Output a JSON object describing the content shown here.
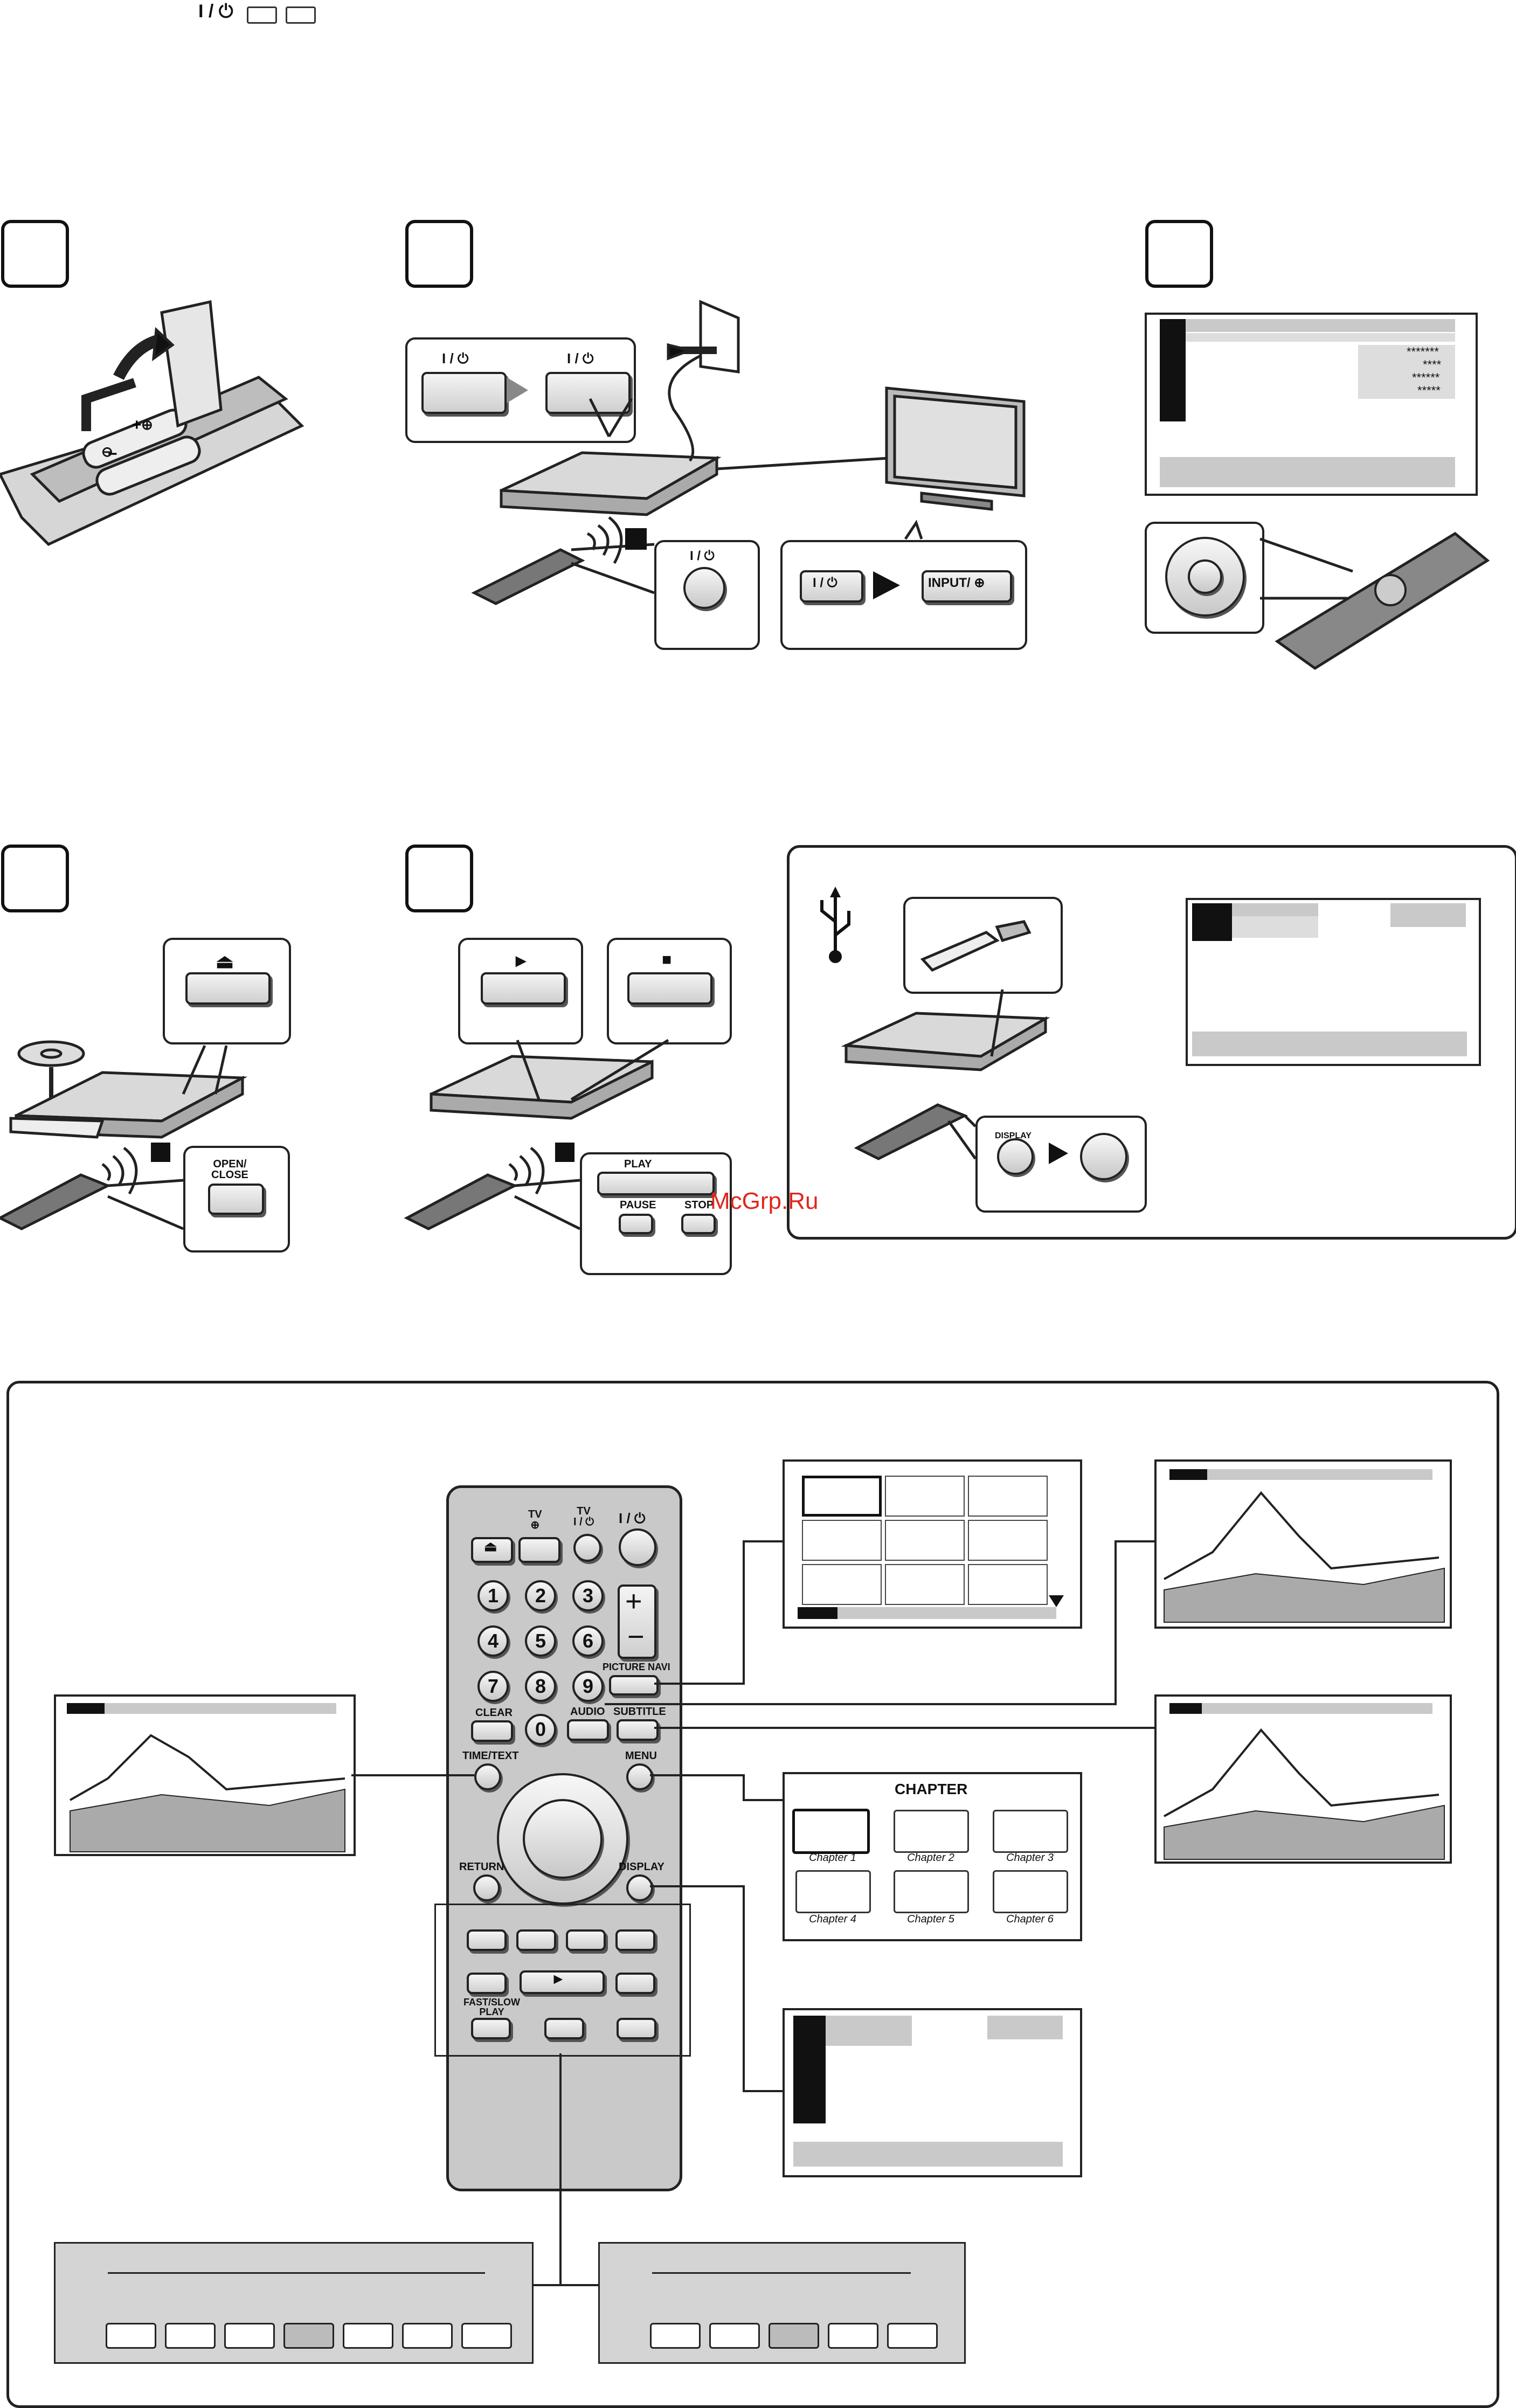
{
  "header": {
    "power_symbol": "I / ⏻"
  },
  "step1": {
    "plus": "⊕",
    "minus": "⊖"
  },
  "step2": {
    "power_label": "I / ⏻",
    "tv_power_label": "I / ⏻",
    "input_label": "INPUT/ ⊕",
    "remote_power_label": "I / ⏻"
  },
  "step3": {
    "dots": [
      "*******",
      "****",
      "******",
      "*****"
    ]
  },
  "step4": {
    "eject_symbol": "⏏",
    "open_close_label": "OPEN/\nCLOSE"
  },
  "step5": {
    "play_symbol": "►",
    "stop_symbol": "■",
    "play_label": "PLAY",
    "pause_label": "PAUSE",
    "stop_label": "STOP"
  },
  "usb_panel": {
    "display_label": "DISPLAY"
  },
  "watermark": "McGrp.Ru",
  "remote": {
    "tv_input": "TV\n⊕",
    "tv_power": "TV\nI / ⏻",
    "power": "I / ⏻",
    "numbers": [
      "1",
      "2",
      "3",
      "4",
      "5",
      "6",
      "7",
      "8",
      "9",
      "0"
    ],
    "clear": "CLEAR",
    "audio": "AUDIO",
    "subtitle": "SUBTITLE",
    "picture_navi": "PICTURE NAVI",
    "time_text": "TIME/TEXT",
    "menu": "MENU",
    "return": "RETURN",
    "display": "DISPLAY",
    "fast_slow": "FAST/SLOW\nPLAY"
  },
  "chapter_screen": {
    "title": "CHAPTER",
    "chapters": [
      "Chapter 1",
      "Chapter 2",
      "Chapter 3",
      "Chapter 4",
      "Chapter 5",
      "Chapter 6"
    ]
  }
}
